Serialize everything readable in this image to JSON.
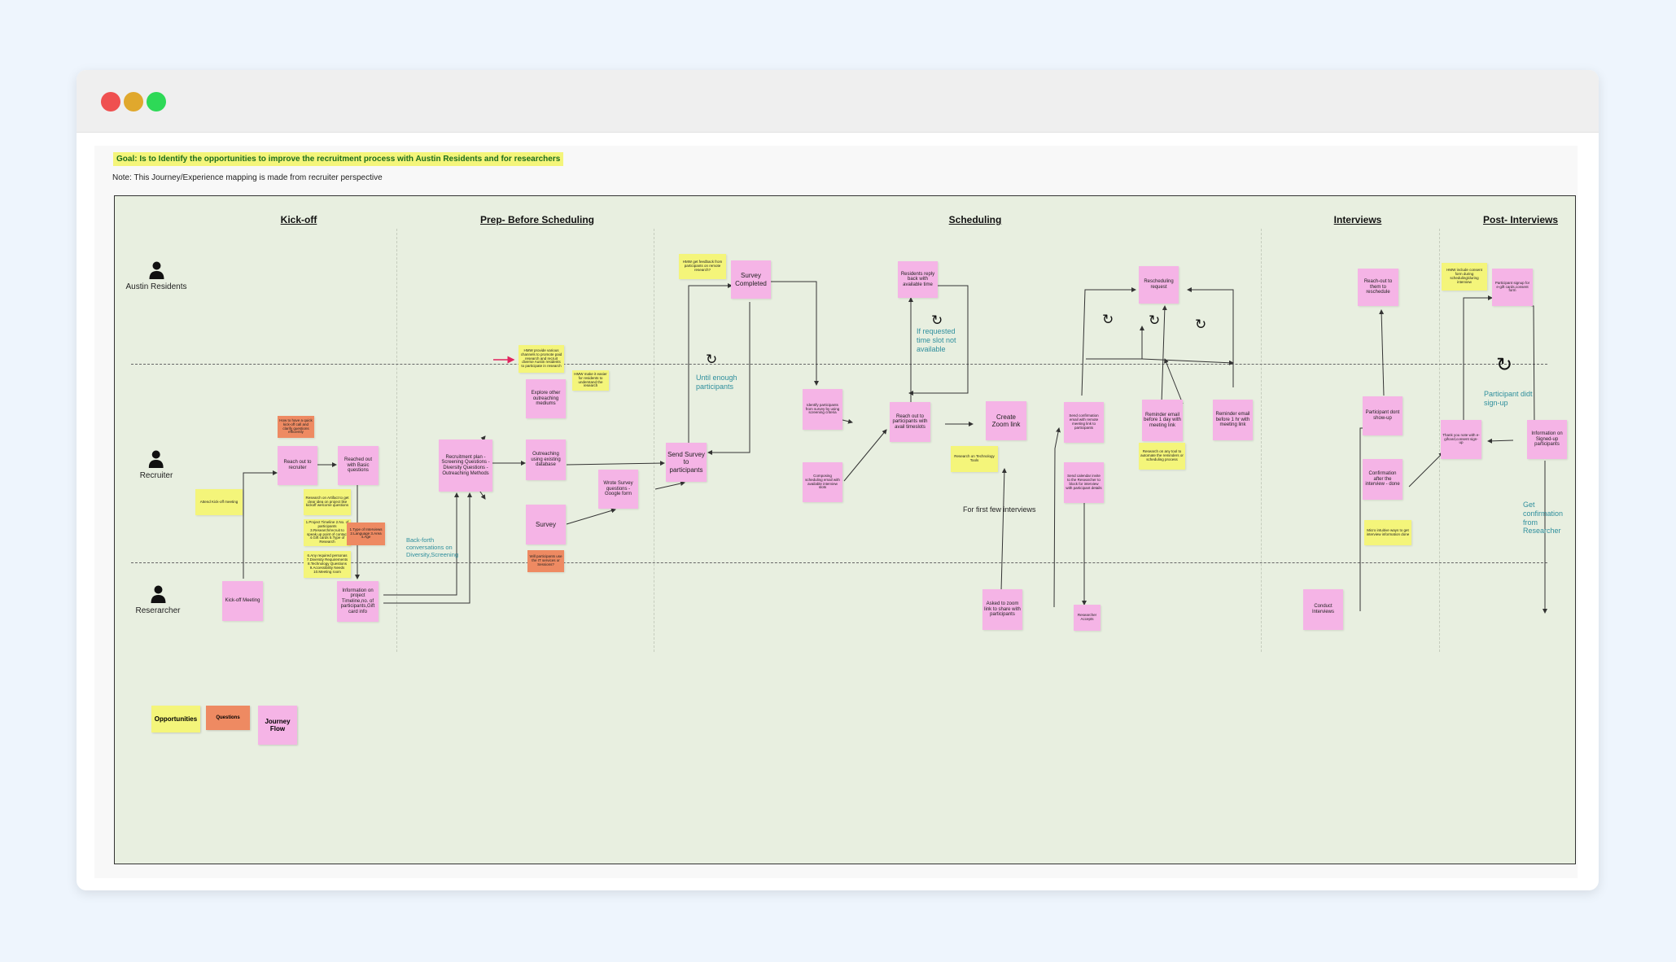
{
  "goal": "Goal: Is to Identify the opportunities to improve the recruitment process with Austin Residents and for researchers",
  "note": "Note: This  Journey/Experience mapping is  made from recruiter perspective",
  "phases": [
    "Kick-off",
    "Prep- Before Scheduling",
    "Scheduling",
    "Interviews",
    "Post- Interviews"
  ],
  "actors": [
    "Austin Residents",
    "Recruiter",
    "Reserarcher"
  ],
  "stickies": {
    "hmw_feedback": "HMW get feedback from participants on remote research?",
    "survey_completed": "Survey Completed",
    "residents_reply": "Residents reply back with available time",
    "rescheduling_request": "Rescheduling request",
    "reach_reschedule": "Reach-out to them to reschedule",
    "hmw_consent": "HMW include consent form during scheduling/during interview",
    "participant_signup": "Participant signup for e-gift cards,consent form",
    "hmw_channels": "HMW provide various channels to promote paid research and recruit diverse Austin residents to participate in research",
    "yellow_tiny": "HMW make it easier for residents to understand the research",
    "explore_mediums": "Explore other outreaching mediums",
    "outreaching_db": "Outreaching using existing database",
    "survey": "Survey",
    "recruitment_plan": "Recruitment plan -Screening Questions -Diversity Questions -Outreaching Methods",
    "wrote_survey": "Wrote Survey questions - Google form",
    "send_survey": "Send Survey to participants",
    "identify_participants": "Identify participants from survey by using screening criteria",
    "composing_email": "Composing scheduling email with available interview slots",
    "reach_out_avail": "Reach out to participants with avail timeslots",
    "create_zoom": "Create Zoom link",
    "research_tools": "Research on Technology Tools",
    "send_confirmation": "Send confirmation email with remote meeting link to participants",
    "send_calendar": "Send calendar invite to the Researcher to block for interview with participant details",
    "reminder_1day": "Reminder email before 1 day with meeting link",
    "research_tool_auto": "Research on any tool to automate the reminders or scheduling process",
    "reminder_1hr": "Reminder email before 1 hr with meeting link",
    "participant_dont_show": "Participant dont show-up",
    "confirmation_done": "Confirmation after the interview - done",
    "micro_intuitive": "Micro intuitive ways to get interview information done",
    "thank_you": "Thank you note with e-gifcard,consent sign-up",
    "information_signed": "Information on Signed-up participants",
    "orange_kickoff_q": "How to have a quick kick-off call and clarify questions efficiently",
    "reach_recruiter": "Reach out to recruiter",
    "reached_basic": "Reached out with Basic questions",
    "attend_kickoff": "Attend Kick-off meeting",
    "research_artifact": "Research on Artifact to get clear idea on project like kickoff welcome questions",
    "yellow_project_list": "1.Project Timeline 2.No. of participants 3.Research/recruit to speak up point of contact 4.Gift cards 5.Type of Research",
    "orange_types": "1.Type of Interviews 2.Language 3.Area 4.Age",
    "yellow_list2": "6.Any required personas 7.Diversity Requirements 8.Technology Questions 9.Accessibility Needs 10.Meeting room",
    "kickoff_meeting": "Kick-off Meeting",
    "information_project": "Information on project Timeline,no. of participants,Gift card info",
    "orange_reach": "Will participants use the IT services or Sessions?",
    "asked_zoom": "Asked to zoom link to share with participants",
    "researcher_accepts": "Researcher Accepts",
    "conduct_interviews": "Conduct Interviews"
  },
  "annotations": {
    "until_enough": "Until enough participants",
    "if_requested": "If requested time slot not available",
    "back_forth": "Back-forth conversations on Diversity,Screening",
    "first_few": "For first few interviews",
    "participant_didnt": "Participant didt sign-up",
    "get_confirmation": "Get confirmation from Researcher"
  },
  "legend": {
    "opportunities": "Opportunities",
    "questions": "Questions",
    "journey_flow": "Journey Flow"
  },
  "colors": {
    "journey_flow": "#f5b4e6",
    "opportunities": "#f4f57a",
    "questions": "#ee8a62",
    "board": "#e8efe0",
    "teal_text": "#2f8f9d"
  }
}
